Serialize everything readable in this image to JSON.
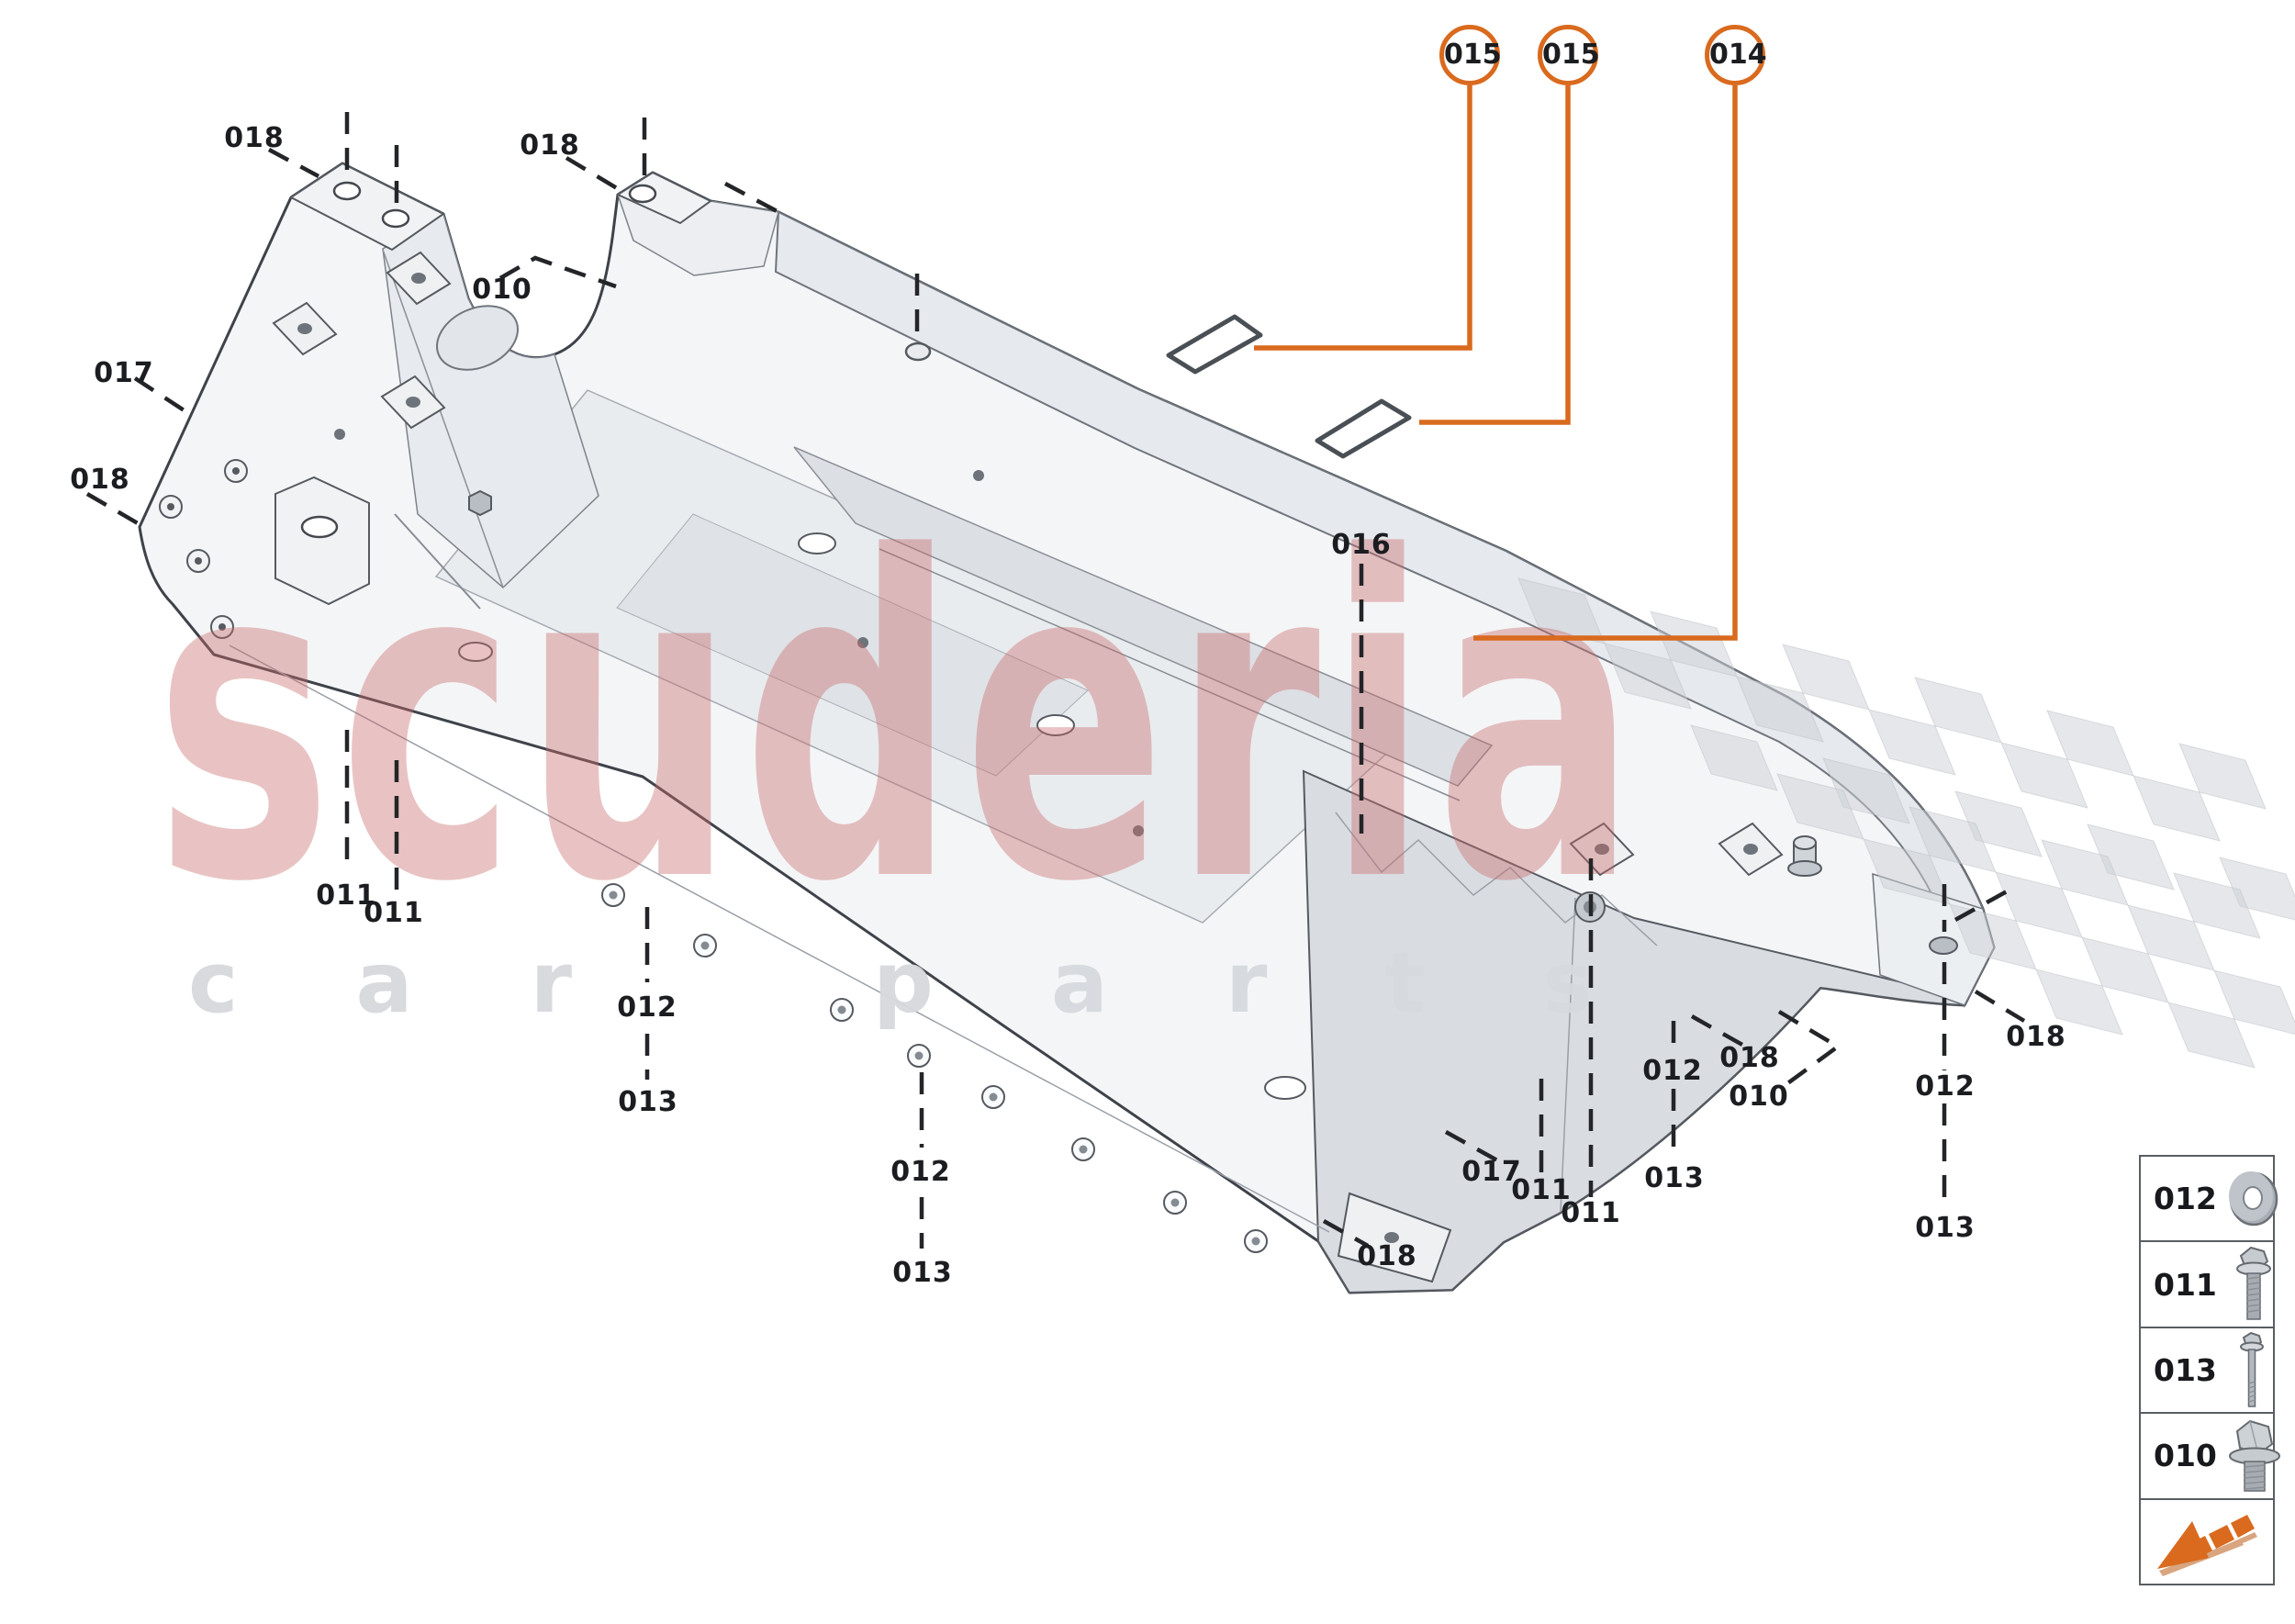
{
  "accent": {
    "orange": "#D96A1E",
    "logo_shadow": "#D8A57F",
    "watermark_red": "#C96A6A"
  },
  "watermark": {
    "brand": "scuderia",
    "tagline": "car parts"
  },
  "circled_callouts": [
    {
      "text": "015"
    },
    {
      "text": "015"
    },
    {
      "text": "014"
    }
  ],
  "part_labels": [
    {
      "text": "018"
    },
    {
      "text": "018"
    },
    {
      "text": "010"
    },
    {
      "text": "017"
    },
    {
      "text": "018"
    },
    {
      "text": "016"
    },
    {
      "text": "011"
    },
    {
      "text": "011"
    },
    {
      "text": "012"
    },
    {
      "text": "013"
    },
    {
      "text": "012"
    },
    {
      "text": "013"
    },
    {
      "text": "018"
    },
    {
      "text": "017"
    },
    {
      "text": "011"
    },
    {
      "text": "011"
    },
    {
      "text": "012"
    },
    {
      "text": "013"
    },
    {
      "text": "018"
    },
    {
      "text": "010"
    },
    {
      "text": "012"
    },
    {
      "text": "013"
    },
    {
      "text": "018"
    }
  ],
  "legend": {
    "rows": [
      {
        "code": "012",
        "icon": "washer-icon"
      },
      {
        "code": "011",
        "icon": "long-flange-bolt-icon"
      },
      {
        "code": "013",
        "icon": "thin-screw-icon"
      },
      {
        "code": "010",
        "icon": "short-flange-bolt-icon"
      }
    ]
  }
}
